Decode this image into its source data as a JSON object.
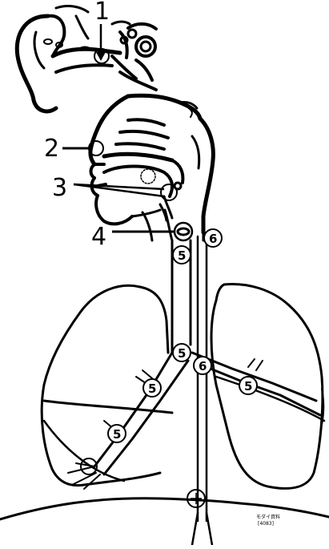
{
  "labels": {
    "l1": "1",
    "l2": "2",
    "l3": "3",
    "l4": "4"
  },
  "circled": {
    "trachea_upper": "5",
    "trachea_side": "6",
    "carina": "5",
    "carina_right": "6",
    "left_bronchus": "5",
    "left_bronchus_lower": "5",
    "right_bronchus": "5"
  },
  "caption": {
    "line1": "モダイ資料",
    "line2": "[4083]"
  }
}
